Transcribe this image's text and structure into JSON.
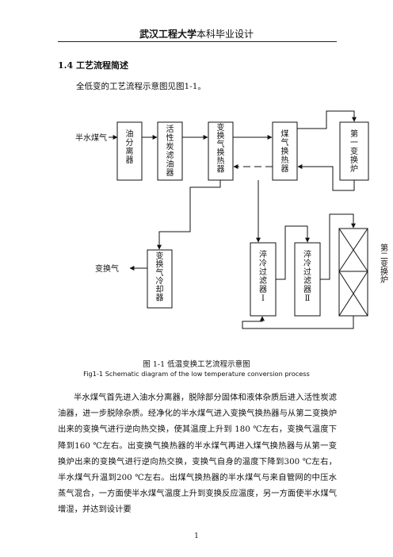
{
  "header": {
    "school": "武汉工程大学",
    "suffix": "本科毕业设计"
  },
  "section": {
    "title": "1.4  工艺流程简述"
  },
  "intro": "全低变的工艺流程示意图见图1-1。",
  "diagram": {
    "input_label": "半水煤气",
    "output_label": "变换气",
    "boxes": {
      "oil_separator": "油分离器",
      "carbon_filter": "活性炭滤油器",
      "exchanger": "变换气换热器",
      "gas_exchanger": "煤气换热器",
      "furnace1": "第一变换炉",
      "cooler": "变换气冷却器",
      "filter1": "淬冷过滤器Ⅰ",
      "filter2": "淬冷过滤器Ⅱ",
      "furnace2": "第二变换炉"
    }
  },
  "caption": {
    "cn": "图 1-1  低温变换工艺流程示意图",
    "en": "Fig1-1 Schematic diagram of the low temperature conversion process"
  },
  "body": "半水煤气首先进入油水分离器，脱除部分固体和液体杂质后进入活性炭滤油器，进一步脱除杂质。经净化的半水煤气进入变换气换热器与从第二变换炉出来的变换气进行逆向热交换，使其温度上升到 180 ℃左右，变换气温度下降到160 ℃左右。出变换气换热器的半水煤气再进入煤气换热器与从第一变换炉出来的变换气进行逆向热交换，变换气自身的温度下降到300 ℃左右，半水煤气升温到200 ℃左右。出煤气换热器的半水煤气与来自管网的中压水蒸气混合，一方面使半水煤气温度上升到变换反应温度，另一方面使半水煤气增湿，并达到设计要",
  "page_number": "1"
}
